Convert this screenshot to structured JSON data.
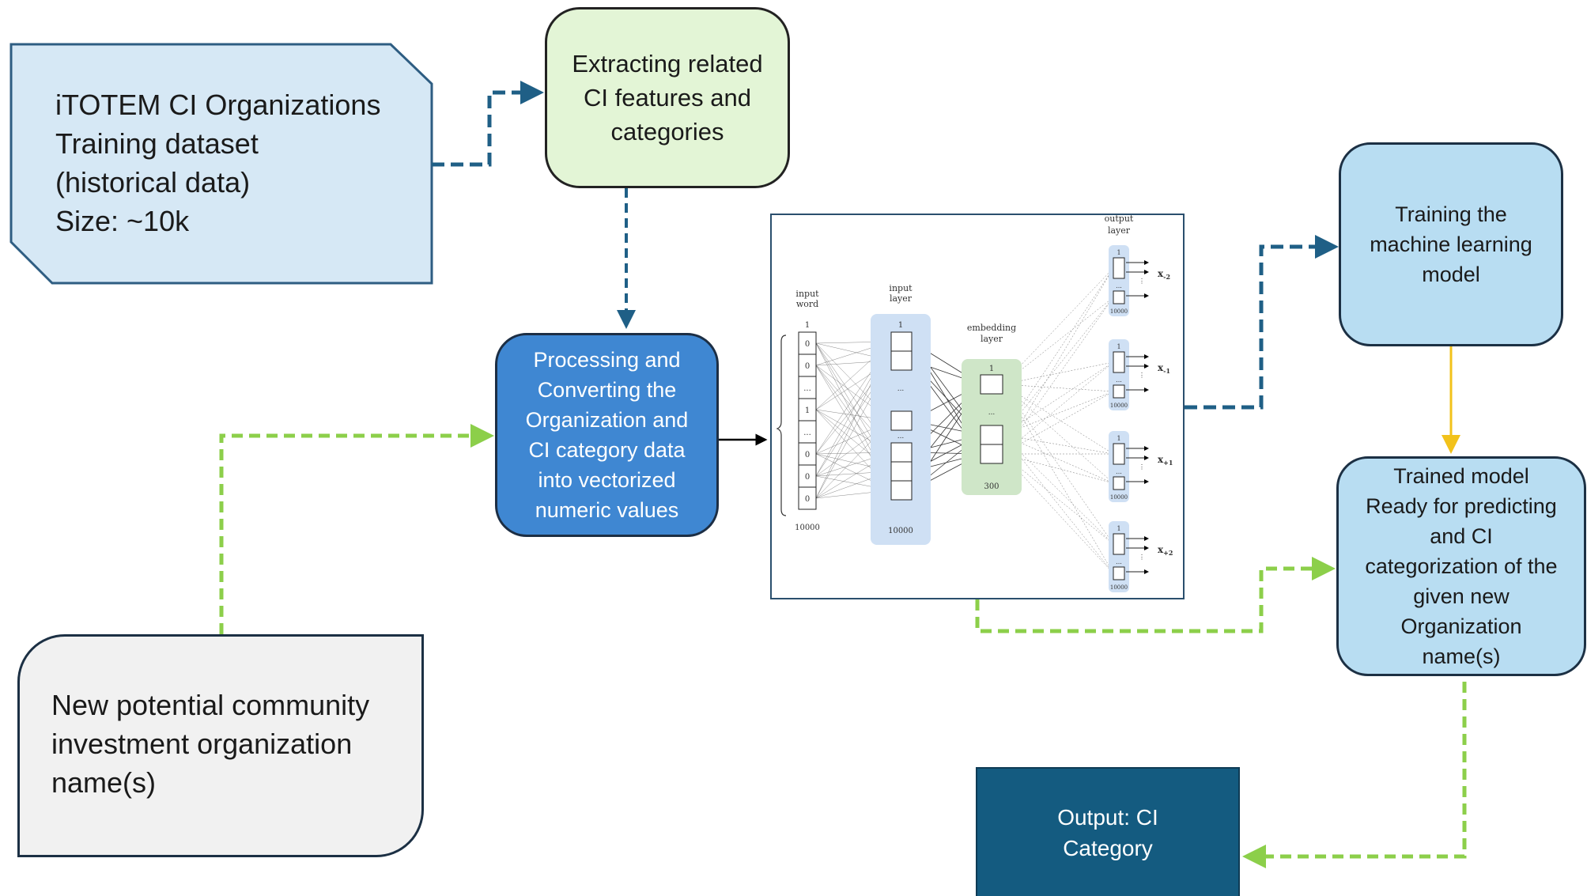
{
  "nodes": {
    "dataset": {
      "lines": [
        "iTOTEM CI Organizations",
        "Training dataset",
        "(historical data)",
        "Size: ~10k"
      ],
      "fill": "#d6e8f5",
      "stroke": "#2e5d82"
    },
    "extract": {
      "lines": [
        "Extracting related",
        "CI features and",
        "categories"
      ],
      "fill": "#e3f5d6"
    },
    "process": {
      "lines": [
        "Processing and",
        "Converting the",
        "Organization and",
        "CI category data",
        "into vectorized",
        "numeric values"
      ],
      "fill": "#3f87d2"
    },
    "train": {
      "lines": [
        "Training the",
        "machine learning",
        "model"
      ],
      "fill": "#b8ddf2"
    },
    "trained": {
      "lines": [
        "Trained model",
        "Ready for predicting",
        "and CI",
        "categorization of the",
        "given new",
        "Organization",
        "name(s)"
      ],
      "fill": "#b8ddf2"
    },
    "newcomm": {
      "lines": [
        "New potential community",
        "investment organization",
        "name(s)"
      ],
      "fill": "#f1f1f1"
    },
    "output": {
      "lines": [
        "Output: CI",
        "Category"
      ],
      "fill": "#145b80"
    }
  },
  "neural_net": {
    "input_word_label": [
      "input",
      "word"
    ],
    "input_layer_label": [
      "input",
      "layer"
    ],
    "embedding_label": [
      "embedding",
      "layer"
    ],
    "output_label": [
      "output",
      "layer"
    ],
    "input_top_index": "1",
    "input_values": [
      "0",
      "0",
      "...",
      "1",
      "...",
      "0",
      "0",
      "0"
    ],
    "input_size": "10000",
    "layer_size": "10000",
    "embedding_top_index": "1",
    "embedding_size": "300",
    "ellipsis": "...",
    "output_groups": [
      "x-2",
      "x-1",
      "x+1",
      "x+2"
    ],
    "output_group_labels": [
      {
        "base": "x",
        "sub": "-2"
      },
      {
        "base": "x",
        "sub": "-1"
      },
      {
        "base": "x",
        "sub": "+1"
      },
      {
        "base": "x",
        "sub": "+2"
      }
    ],
    "output_top_index": "1",
    "output_size": "10000"
  },
  "colors": {
    "dark_blue_connector": "#1f5f86",
    "green_connector": "#8ccf4a",
    "yellow_connector": "#f2c21b",
    "black_connector": "#000000",
    "nn_input_layer_fill": "#cfe0f4",
    "nn_embedding_fill": "#cfe6c8"
  }
}
